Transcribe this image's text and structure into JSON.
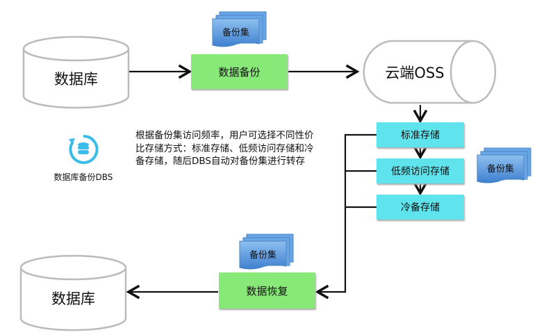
{
  "source_db": {
    "label": "数据库"
  },
  "backup_step": {
    "label": "数据备份"
  },
  "backup_set_labels": [
    "备份集",
    "备份集",
    "备份集"
  ],
  "cloud": {
    "label": "云端OSS"
  },
  "storage_tiers": [
    {
      "label": "标准存储"
    },
    {
      "label": "低频访问存储"
    },
    {
      "label": "冷备存储"
    }
  ],
  "restore_step": {
    "label": "数据恢复"
  },
  "target_db": {
    "label": "数据库"
  },
  "dbs": {
    "label": "数据库备份DBS"
  },
  "description": "根据备份集访问频率，用户可选择不同性价比存储方式：标准存储、低频访问存储和冷备存储，随后DBS自动对备份集进行转存",
  "colors": {
    "green": "#88e878",
    "cyan": "#5fe3ec",
    "doc_blue": "#5b9be0",
    "dbs_icon": "#3bbce8"
  }
}
